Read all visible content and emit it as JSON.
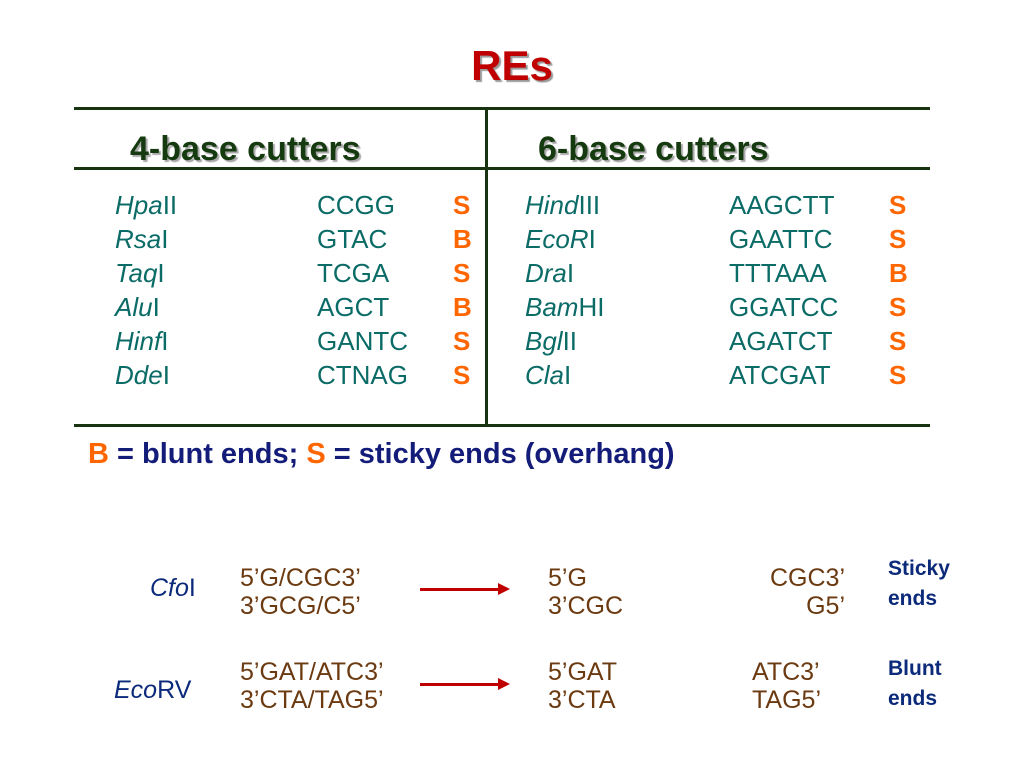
{
  "title": "REs",
  "columns": {
    "left_header": "4-base cutters",
    "right_header": "6-base cutters"
  },
  "four_base": [
    {
      "italic": "Hpa",
      "suffix": "II",
      "site": "CCGG",
      "end": "S"
    },
    {
      "italic": "Rsa",
      "suffix": "I",
      "site": "GTAC",
      "end": "B"
    },
    {
      "italic": "Taq",
      "suffix": "I",
      "site": "TCGA",
      "end": "S"
    },
    {
      "italic": "Alu",
      "suffix": "I",
      "site": "AGCT",
      "end": "B"
    },
    {
      "italic": "Hinf",
      "suffix": "I",
      "site": "GANTC",
      "end": "S"
    },
    {
      "italic": "Dde",
      "suffix": "I",
      "site": "CTNAG",
      "end": "S"
    }
  ],
  "six_base": [
    {
      "italic": "Hind",
      "suffix": "III",
      "site": "AAGCTT",
      "end": "S"
    },
    {
      "italic": "EcoR",
      "suffix": "I",
      "site": "GAATTC",
      "end": "S"
    },
    {
      "italic": "Dra",
      "suffix": "I",
      "site": "TTTAAA",
      "end": "B"
    },
    {
      "italic": "Bam",
      "suffix": "HI",
      "site": "GGATCC",
      "end": "S"
    },
    {
      "italic": "Bgl",
      "suffix": "II",
      "site": "AGATCT",
      "end": "S"
    },
    {
      "italic": "Cla",
      "suffix": "I",
      "site": "ATCGAT",
      "end": "S"
    }
  ],
  "legend": {
    "b": "B",
    "b_text": " = blunt ends; ",
    "s": "S",
    "s_text": " = sticky ends (overhang)"
  },
  "examples": [
    {
      "italic": "Cfo",
      "suffix": "I",
      "site_top": "5’G/CGC3’",
      "site_bottom": "3’GCG/C5’",
      "left_top": "5’G",
      "left_bottom": "3’CGC",
      "right_top": "CGC3’",
      "right_bottom": "G5’",
      "note_top": "Sticky",
      "note_bottom": "ends"
    },
    {
      "italic": "Eco",
      "suffix": "RV",
      "site_top": "5’GAT/ATC3’",
      "site_bottom": "3’CTA/TAG5’",
      "left_top": "5’GAT",
      "left_bottom": "3’CTA",
      "right_top": "ATC3’",
      "right_bottom": "TAG5’",
      "note_top": "Blunt",
      "note_bottom": "ends"
    }
  ],
  "colors": {
    "title": "#c00000",
    "enzyme": "#0b6b66",
    "end_type": "#ff6600",
    "arrow": "#c00000",
    "example_seq": "#6b3a10",
    "rule": "#17330f"
  }
}
